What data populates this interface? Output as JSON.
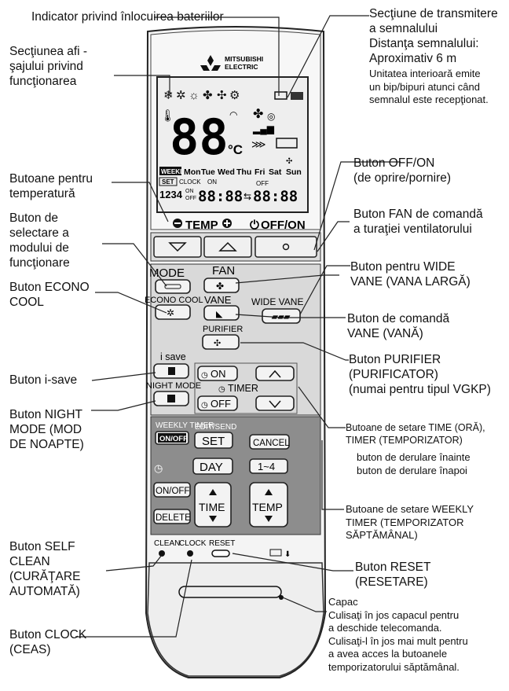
{
  "remote": {
    "brand_line1": "MITSUBISHI",
    "brand_line2": "ELECTRIC",
    "lcd": {
      "temp_digits": "88",
      "temp_unit": "°C",
      "days": [
        "Mon",
        "Tue",
        "Wed",
        "Thu",
        "Fri",
        "Sat",
        "Sun"
      ],
      "weekly_badge": "WEEKLY",
      "set_badge": "SET",
      "clock_label": "CLOCK",
      "on_label": "ON",
      "off_label": "OFF",
      "prog_numbers": "1234",
      "time_on": "88:88",
      "time_off": "88:88"
    },
    "top_buttons": {
      "temp": "TEMP",
      "off_on": "OFF/ON"
    },
    "buttons": {
      "mode": "MODE",
      "econo_cool": "ECONO COOL",
      "fan": "FAN",
      "vane": "VANE",
      "wide_vane": "WIDE VANE",
      "purifier": "PURIFIER",
      "i_save": "i save",
      "night_mode": "NIGHT MODE",
      "on": "ON",
      "timer": "TIMER",
      "off": "OFF",
      "weekly_timer": "WEEKLY TIMER",
      "on_off": "ON/OFF",
      "edit_send": "EDIT/SEND",
      "set": "SET",
      "cancel": "CANCEL",
      "day": "DAY",
      "range": "1~4",
      "on_off2": "ON/OFF",
      "delete": "DELETE",
      "time": "TIME",
      "temp": "TEMP",
      "clean": "CLEAN",
      "clock": "CLOCK",
      "reset": "RESET"
    }
  },
  "labels": {
    "battery": "Indicator privind înlocuirea bateriilor",
    "display": [
      "Secţiunea afi -",
      "şajului privind",
      "funcţionarea"
    ],
    "signal": [
      "Secţiune de transmitere",
      "a semnalului",
      "Distanţa semnalului:",
      "Aproximativ 6 m"
    ],
    "signal_note": [
      "Unitatea interioară emite",
      "un bip/bipuri atunci când",
      "semnalul este recepţionat."
    ],
    "temp_buttons": [
      "Butoane pentru",
      "temperatură"
    ],
    "off_on": [
      "Buton OFF/ON",
      "(de oprire/pornire)"
    ],
    "mode": [
      "Buton de",
      "selectare a",
      "modului de",
      "funcţionare"
    ],
    "fan": [
      "Buton FAN de comandă",
      "a turaţiei ventilatorului"
    ],
    "econo": [
      "Buton ECONO",
      "COOL"
    ],
    "wide_vane": [
      "Buton pentru WIDE",
      "VANE (VANA LARGĂ)"
    ],
    "vane": [
      "Buton de comandă",
      "VANE (VANĂ)"
    ],
    "purifier": [
      "Buton PURIFIER",
      "(PURIFICATOR)",
      "(numai pentru tipul VGKP)"
    ],
    "i_save": "Buton i-save",
    "night": [
      "Buton NIGHT",
      "MODE (MOD",
      "DE NOAPTE)"
    ],
    "timer_set": [
      "Butoane de setare TIME (ORĂ),",
      "TIMER (TEMPORIZATOR)"
    ],
    "scroll": [
      "buton de derulare înainte",
      "buton de derulare înapoi"
    ],
    "weekly": [
      "Butoane de setare WEEKLY",
      "TIMER (TEMPORIZATOR",
      "SĂPTĂMÂNAL)"
    ],
    "self_clean": [
      "Buton SELF",
      "CLEAN",
      "(CURĂŢARE",
      "AUTOMATĂ)"
    ],
    "reset": [
      "Buton RESET",
      "(RESETARE)"
    ],
    "cover_title": "Capac",
    "cover": [
      "Culisaţi în jos capacul pentru",
      "a deschide telecomanda.",
      "Culisaţi-l în jos mai mult pentru",
      "a avea acces la butoanele",
      "temporizatorului săptămânal."
    ],
    "clock": [
      "Buton CLOCK",
      "(CEAS)"
    ]
  },
  "colors": {
    "line": "#222222",
    "remote_body": "#f2f2f2",
    "remote_panel": "#d6d6d6",
    "weekly_panel": "#8a8a8a",
    "lcd": "#eeeeee"
  }
}
